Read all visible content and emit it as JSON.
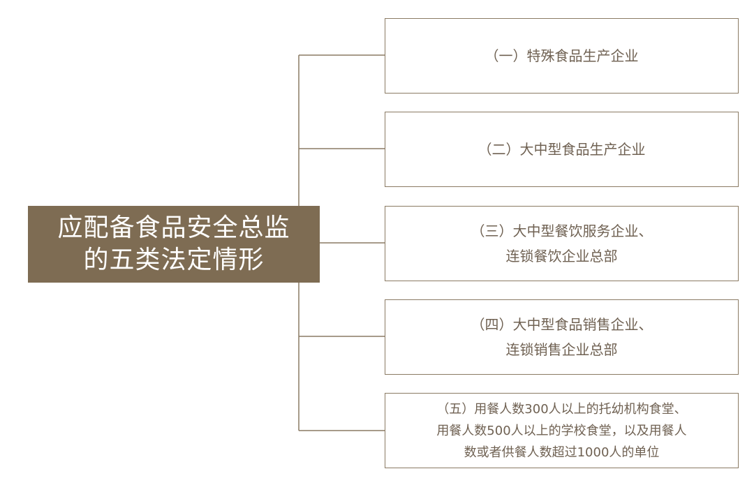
{
  "root": {
    "lines": [
      "应配备食品安全总监",
      "的五类法定情形"
    ]
  },
  "branches": [
    {
      "lines": [
        "（一）特殊食品生产企业"
      ]
    },
    {
      "lines": [
        "（二）大中型食品生产企业"
      ]
    },
    {
      "lines": [
        "（三）大中型餐饮服务企业、",
        "连锁餐饮企业总部"
      ]
    },
    {
      "lines": [
        "（四）大中型食品销售企业、",
        "连锁销售企业总部"
      ]
    },
    {
      "lines": [
        "（五）用餐人数300人以上的托幼机构食堂、",
        "用餐人数500人以上的学校食堂，以及用餐人",
        "数或者供餐人数超过1000人的单位"
      ]
    }
  ],
  "colors": {
    "root_fill": "#7e6c53",
    "line": "#8a7a63",
    "text": "#6f6152"
  }
}
